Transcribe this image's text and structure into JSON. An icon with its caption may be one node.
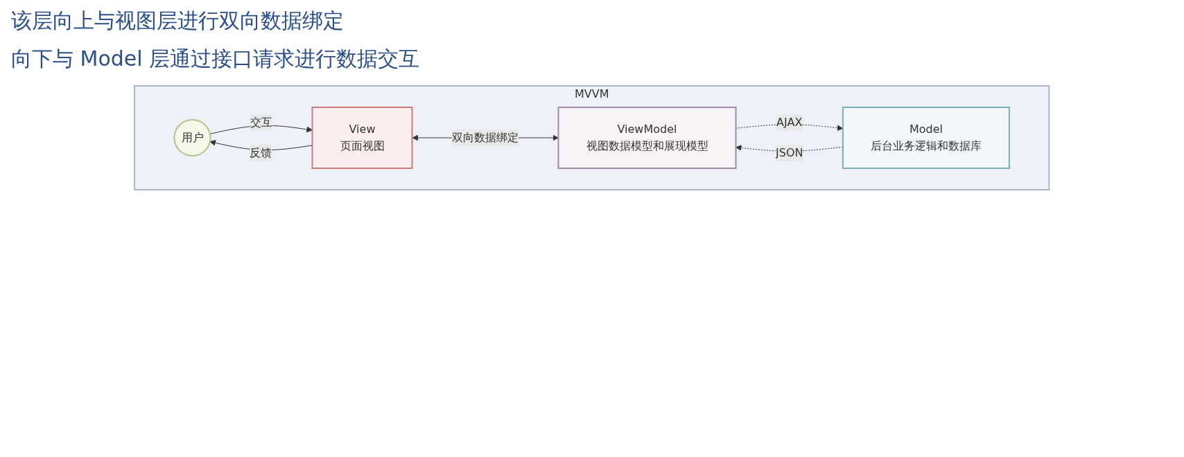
{
  "diagram": {
    "nodes": [
      {
        "text": [
          "MVVM"
        ]
      },
      {
        "text": [
          "用户"
        ],
        "in": 0
      },
      {
        "text": [
          "View",
          "页面视图"
        ],
        "in": 0
      },
      {
        "text": [
          "ViewModel",
          "视图数据模型和展现模型"
        ],
        "in": 0
      },
      {
        "text": [
          "Model",
          "后台业务逻辑和数据库"
        ],
        "in": 0
      }
    ],
    "edges": [
      {
        "from": 1,
        "to": 2,
        "label": "交互",
        "arrow": "to"
      },
      {
        "from": 2,
        "to": 1,
        "label": "反馈",
        "arrow": "to"
      },
      {
        "from": 2,
        "to": 3,
        "label": "双向数据绑定",
        "arrow": "both"
      },
      {
        "from": 3,
        "to": 4,
        "label": "AJAX",
        "arrow": "to",
        "style": "dashed"
      },
      {
        "from": 4,
        "to": 3,
        "label": "JSON",
        "arrow": "to",
        "style": "dashed"
      }
    ],
    "labels": [
      "该层向上与视图层进行双向数据绑定",
      "向下与 Model 层通过接口请求进行数据交互"
    ]
  }
}
